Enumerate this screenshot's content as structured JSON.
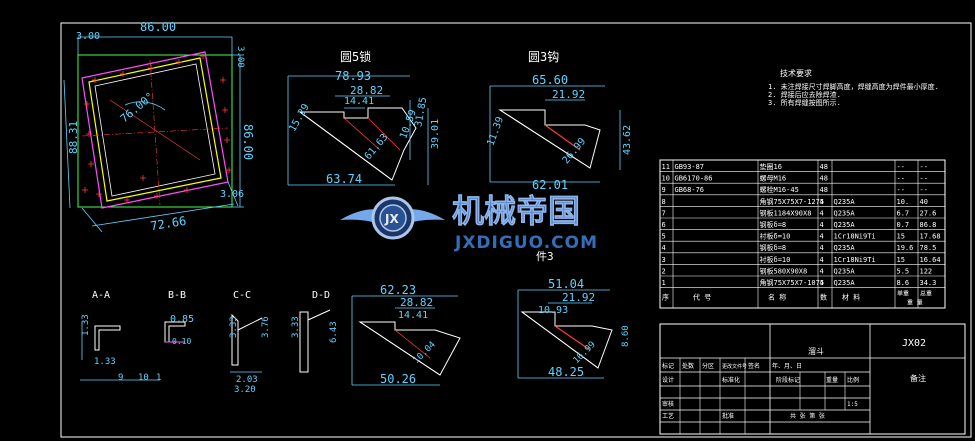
{
  "colors": {
    "background": "#000000",
    "border": "#ffffff",
    "dimension": "#5fd3ff",
    "geometry": "#ffffff",
    "hidden": "#ffff00",
    "center": "#ff3b3b",
    "green": "#46ff46",
    "magenta": "#ff4dff",
    "watermark": "#3a78c8"
  },
  "views": {
    "square": {
      "dims": [
        "86.00",
        "3.00",
        "3.00",
        "86.00",
        "76.00°",
        "88.31",
        "3.06",
        "72.66"
      ]
    },
    "hexagon_label": "圆5锁",
    "hex_dims": [
      "78.93",
      "28.82",
      "14.41",
      "15.29",
      "61.63",
      "10.59",
      "31.85",
      "39.01",
      "63.74"
    ],
    "triangle_label": "圆3钩",
    "tri_dims": [
      "65.60",
      "21.92",
      "11.39",
      "26.99",
      "43.62",
      "62.01"
    ],
    "sections": [
      "A-A",
      "B-B",
      "C-C",
      "D-D"
    ],
    "section_dims": [
      "1.33",
      "1.33",
      "9",
      "10",
      "1",
      "0.85",
      "0.10",
      "3.33",
      "3.76",
      "3.33",
      "6.43",
      "2.03",
      "3.20"
    ],
    "lower_hex": {
      "dims": [
        "62.23",
        "28.82",
        "14.41",
        "10.04",
        "50.26"
      ],
      "label": "件3"
    },
    "lower_tri": {
      "dims": [
        "51.04",
        "21.92",
        "10.93",
        "16.99",
        "8.60",
        "48.25"
      ]
    }
  },
  "notes": {
    "heading": "技术要求",
    "lines": [
      "1. 未注焊接尺寸焊脚高度，焊缝高度为焊件最小厚度.",
      "2. 焊接后应去除焊渣.",
      "3. 所有焊缝按图所示."
    ]
  },
  "parts": [
    {
      "no": "11",
      "code": "GB93-87",
      "name": "垫圈16",
      "qty": "48",
      "mat": "",
      "w1": "--",
      "w2": "--"
    },
    {
      "no": "10",
      "code": "GB6170-86",
      "name": "螺母M16",
      "qty": "48",
      "mat": "",
      "w1": "--",
      "w2": "--"
    },
    {
      "no": "9",
      "code": "GB68-76",
      "name": "螺栓M16-45",
      "qty": "48",
      "mat": "",
      "w1": "--",
      "w2": "--"
    },
    {
      "no": "8",
      "code": "",
      "name": "角钢75X75X7-1275",
      "qty": "4",
      "mat": "Q235A",
      "w1": "10.",
      "w2": "40"
    },
    {
      "no": "7",
      "code": "",
      "name": "钢板1184X90X8",
      "qty": "4",
      "mat": "Q235A",
      "w1": "6.7",
      "w2": "27.6"
    },
    {
      "no": "6",
      "code": "",
      "name": "钢板δ=8",
      "qty": "4",
      "mat": "Q235A",
      "w1": "0.7",
      "w2": "86.8"
    },
    {
      "no": "5",
      "code": "",
      "name": "衬板δ=10",
      "qty": "4",
      "mat": "1Cr18Ni9Ti",
      "w1": "15",
      "w2": "17.68"
    },
    {
      "no": "4",
      "code": "",
      "name": "钢板δ=8",
      "qty": "4",
      "mat": "Q235A",
      "w1": "19.6",
      "w2": "78.5"
    },
    {
      "no": "3",
      "code": "",
      "name": "衬板δ=10",
      "qty": "4",
      "mat": "1Cr18Ni9Ti",
      "w1": "15",
      "w2": "16.64"
    },
    {
      "no": "2",
      "code": "",
      "name": "钢板580X90X8",
      "qty": "4",
      "mat": "Q235A",
      "w1": "5.5",
      "w2": "122"
    },
    {
      "no": "1",
      "code": "",
      "name": "角钢75X75X7-1075",
      "qty": "4",
      "mat": "Q235A",
      "w1": "8.6",
      "w2": "34.3"
    }
  ],
  "parts_header": {
    "no": "序",
    "code": "代  号",
    "name": "名  称",
    "qty": "数",
    "mat": "材  料",
    "w1": "单重",
    "w2": "总重",
    "weight": "重  量"
  },
  "title_block": {
    "drawing_no": "JX02",
    "name_cell": "溜斗",
    "remark": "备注",
    "row1": [
      "标记",
      "处数",
      "分区",
      "更改文件号",
      "签名",
      "年、月、日"
    ],
    "row2": [
      "设计",
      "",
      "",
      "标准化",
      "",
      "阶段标记",
      "重量",
      "比例"
    ],
    "row3": [
      "审核",
      "",
      "",
      "",
      "",
      "",
      "",
      "1:5"
    ],
    "row4": [
      "工艺",
      "",
      "",
      "批准",
      "",
      "共  张  第  张"
    ]
  },
  "watermark": {
    "cn": "机械帝国",
    "en": "JXDIGUO.COM",
    "logo": "JX"
  }
}
